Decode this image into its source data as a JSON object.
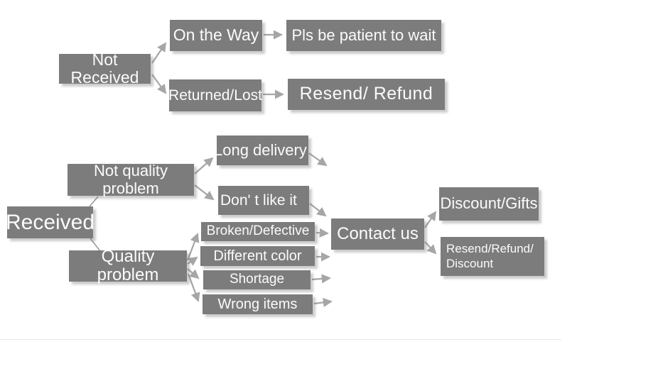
{
  "flowchart": {
    "nodes": {
      "not_received": {
        "label": "Not Received"
      },
      "on_the_way": {
        "label": "On the Way"
      },
      "pls_wait": {
        "label": "Pls be patient to wait"
      },
      "returned_lost": {
        "label": "Returned/Lost"
      },
      "resend_refund": {
        "label": "Resend/ Refund"
      },
      "received": {
        "label": "Received"
      },
      "not_quality_problem": {
        "label": "Not quality problem"
      },
      "quality_problem": {
        "label": "Quality problem"
      },
      "long_delivery": {
        "label": "Long delivery"
      },
      "dont_like_it": {
        "label": "Don' t like it"
      },
      "broken_defective": {
        "label": "Broken/Defective"
      },
      "different_color": {
        "label": "Different color"
      },
      "shortage": {
        "label": "Shortage"
      },
      "wrong_items": {
        "label": "Wrong items"
      },
      "contact_us": {
        "label": "Contact us"
      },
      "discount_gifts": {
        "label": "Discount/Gifts"
      },
      "resend_refund_discount": {
        "label": "Resend/Refund/\nDiscount"
      }
    },
    "edges": [
      {
        "from": "not_received",
        "to": "on_the_way",
        "style": "arrow"
      },
      {
        "from": "not_received",
        "to": "returned_lost",
        "style": "arrow"
      },
      {
        "from": "on_the_way",
        "to": "pls_wait",
        "style": "arrow"
      },
      {
        "from": "returned_lost",
        "to": "resend_refund",
        "style": "arrow"
      },
      {
        "from": "received",
        "to": "not_quality_problem",
        "style": "line"
      },
      {
        "from": "received",
        "to": "quality_problem",
        "style": "line"
      },
      {
        "from": "not_quality_problem",
        "to": "long_delivery",
        "style": "arrow"
      },
      {
        "from": "not_quality_problem",
        "to": "dont_like_it",
        "style": "arrow"
      },
      {
        "from": "long_delivery",
        "to": "contact_us",
        "style": "arrow"
      },
      {
        "from": "dont_like_it",
        "to": "contact_us",
        "style": "arrow"
      },
      {
        "from": "quality_problem",
        "to": "broken_defective",
        "style": "arrow"
      },
      {
        "from": "quality_problem",
        "to": "different_color",
        "style": "arrow"
      },
      {
        "from": "quality_problem",
        "to": "shortage",
        "style": "arrow"
      },
      {
        "from": "quality_problem",
        "to": "wrong_items",
        "style": "arrow"
      },
      {
        "from": "broken_defective",
        "to": "contact_us",
        "style": "arrow"
      },
      {
        "from": "different_color",
        "to": "contact_us",
        "style": "arrow"
      },
      {
        "from": "shortage",
        "to": "contact_us",
        "style": "arrow"
      },
      {
        "from": "wrong_items",
        "to": "contact_us",
        "style": "arrow"
      },
      {
        "from": "contact_us",
        "to": "discount_gifts",
        "style": "arrow"
      },
      {
        "from": "contact_us",
        "to": "resend_refund_discount",
        "style": "arrow"
      }
    ],
    "colors": {
      "node_bg": "#7c7c7c",
      "node_text": "#fbfbfb",
      "arrow": "#a6a6a6",
      "connector_line": "#9a9a9a",
      "background": "#ffffff"
    }
  }
}
